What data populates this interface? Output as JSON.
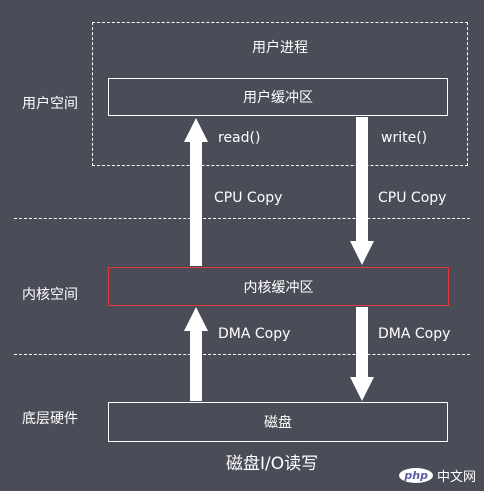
{
  "diagram": {
    "user_process": "用户进程",
    "user_buffer": "用户缓冲区",
    "kernel_buffer": "内核缓冲区",
    "disk": "磁盘",
    "caption": "磁盘I/O读写",
    "zones": {
      "user_space": "用户空间",
      "kernel_space": "内核空间",
      "hardware": "底层硬件"
    },
    "edges": {
      "read_call": "read()",
      "write_call": "write()",
      "cpu_copy_read": "CPU Copy",
      "cpu_copy_write": "CPU Copy",
      "dma_copy_read": "DMA Copy",
      "dma_copy_write": "DMA Copy"
    },
    "colors": {
      "background": "#4a4c57",
      "kernel_border": "#e0393a",
      "foreground": "#ffffff"
    }
  },
  "watermark": {
    "badge": "php",
    "text": "中文网"
  }
}
